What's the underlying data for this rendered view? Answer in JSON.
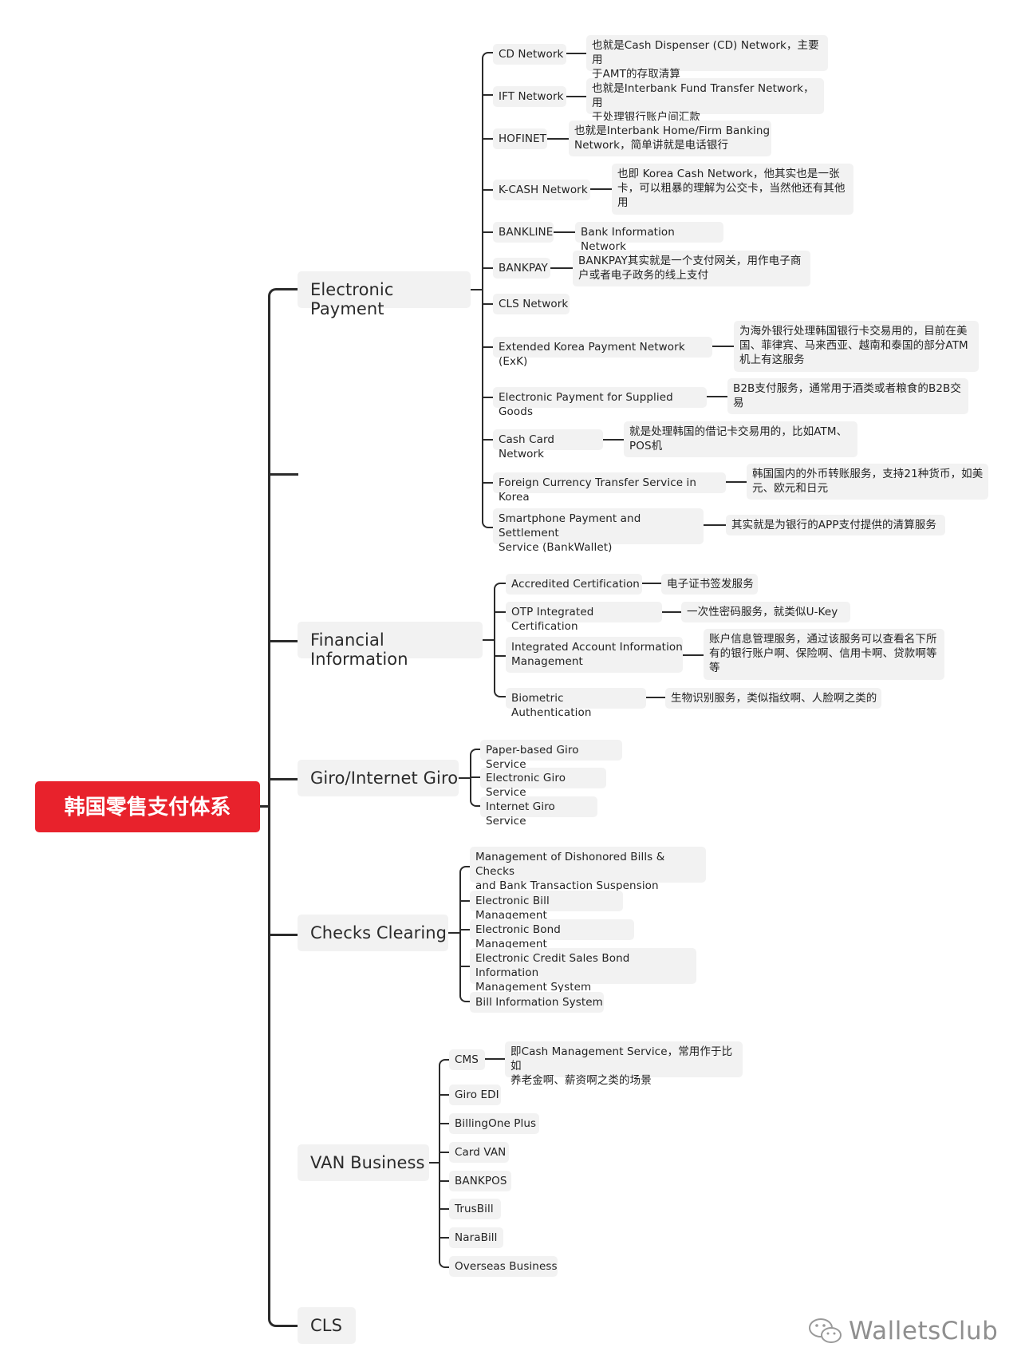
{
  "root": "韩国零售支付体系",
  "branches": [
    {
      "label": "Electronic Payment",
      "children": [
        {
          "label": "CD Network",
          "note": "也就是Cash Dispenser (CD) Network，主要用\n于AMT的存取清算"
        },
        {
          "label": "IFT Network",
          "note": "也就是Interbank Fund Transfer Network，用\n于处理银行账户间汇款"
        },
        {
          "label": "HOFINET",
          "note": "也就是Interbank Home/Firm Banking\nNetwork，简单讲就是电话银行"
        },
        {
          "label": "K-CASH Network",
          "note": "也即 Korea Cash Network，他其实也是一张\n卡，可以粗暴的理解为公交卡，当然他还有其他\n用"
        },
        {
          "label": "BANKLINE",
          "note": "Bank Information Network"
        },
        {
          "label": "BANKPAY",
          "note": "BANKPAY其实就是一个支付网关，用作电子商\n户或者电子政务的线上支付"
        },
        {
          "label": "CLS Network",
          "note": ""
        },
        {
          "label": "Extended Korea Payment Network (ExK)",
          "note": "为海外银行处理韩国银行卡交易用的，目前在美\n国、菲律宾、马来西亚、越南和泰国的部分ATM\n机上有这服务"
        },
        {
          "label": "Electronic Payment for Supplied Goods",
          "note": "B2B支付服务，通常用于酒类或者粮食的B2B交\n易"
        },
        {
          "label": "Cash Card Network",
          "note": "就是处理韩国的借记卡交易用的，比如ATM、\nPOS机"
        },
        {
          "label": "Foreign Currency Transfer Service in Korea",
          "note": "韩国国内的外币转账服务，支持21种货币，如美\n元、欧元和日元"
        },
        {
          "label": "Smartphone Payment and Settlement\nService (BankWallet)",
          "note": "其实就是为银行的APP支付提供的清算服务"
        }
      ]
    },
    {
      "label": "Financial Information",
      "children": [
        {
          "label": "Accredited Certification",
          "note": "电子证书签发服务"
        },
        {
          "label": "OTP Integrated Certification",
          "note": "一次性密码服务，就类似U-Key"
        },
        {
          "label": "Integrated Account Information\nManagement",
          "note": "账户信息管理服务，通过该服务可以查看名下所\n有的银行账户啊、保险啊、信用卡啊、贷款啊等\n等"
        },
        {
          "label": "Biometric Authentication",
          "note": "生物识别服务，类似指纹啊、人脸啊之类的"
        }
      ]
    },
    {
      "label": "Giro/Internet Giro",
      "children": [
        {
          "label": "Paper-based Giro Service",
          "note": ""
        },
        {
          "label": "Electronic Giro Service",
          "note": ""
        },
        {
          "label": "Internet Giro Service",
          "note": ""
        }
      ]
    },
    {
      "label": "Checks Clearing",
      "children": [
        {
          "label": "Management of Dishonored Bills & Checks\nand Bank Transaction Suspension",
          "note": ""
        },
        {
          "label": "Electronic Bill Management",
          "note": ""
        },
        {
          "label": "Electronic Bond Management",
          "note": ""
        },
        {
          "label": "Electronic Credit Sales Bond Information\nManagement System",
          "note": ""
        },
        {
          "label": "Bill Information System",
          "note": ""
        }
      ]
    },
    {
      "label": "VAN Business",
      "children": [
        {
          "label": "CMS",
          "note": "即Cash Management Service，常用作于比如\n养老金啊、薪资啊之类的场景"
        },
        {
          "label": "Giro EDI",
          "note": ""
        },
        {
          "label": "BillingOne Plus",
          "note": ""
        },
        {
          "label": "Card VAN",
          "note": ""
        },
        {
          "label": "BANKPOS",
          "note": ""
        },
        {
          "label": "TrusBill",
          "note": ""
        },
        {
          "label": "NaraBill",
          "note": ""
        },
        {
          "label": "Overseas Business",
          "note": ""
        }
      ]
    },
    {
      "label": "CLS",
      "children": []
    }
  ],
  "watermark": "WalletsClub",
  "colors": {
    "root": "#e8222c",
    "node": "#f2f2f2",
    "line": "#2b2b2b",
    "watermark": "#8f8f8f"
  }
}
